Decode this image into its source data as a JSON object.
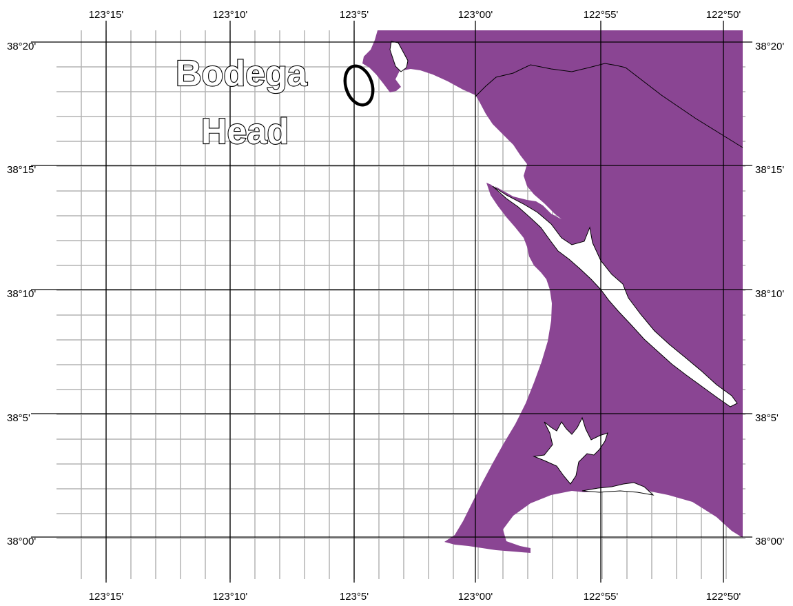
{
  "map": {
    "land_color": "#8a4593",
    "major_grid_color": "#000000",
    "minor_grid_color": "#b4b4b4",
    "place_label": {
      "line1": "Bodega",
      "line2": "Head"
    },
    "lon_labels": [
      "123°15'",
      "123°10'",
      "123°5'",
      "123°00'",
      "122°55'",
      "122°50'"
    ],
    "lat_labels": [
      "38°20'",
      "38°15'",
      "38°10'",
      "38°5'",
      "38°00'"
    ]
  }
}
